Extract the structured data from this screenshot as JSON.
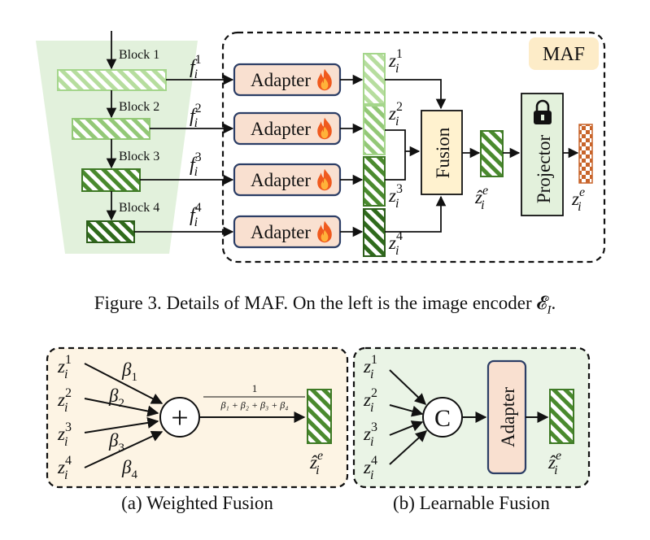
{
  "top_diagram": {
    "maf_label": "MAF",
    "blocks": [
      {
        "label": "Block 1",
        "feature": "f",
        "feature_sup": "1",
        "feature_sub": "i"
      },
      {
        "label": "Block 2",
        "feature": "f",
        "feature_sup": "2",
        "feature_sub": "i"
      },
      {
        "label": "Block 3",
        "feature": "f",
        "feature_sup": "3",
        "feature_sub": "i"
      },
      {
        "label": "Block 4",
        "feature": "f",
        "feature_sup": "4",
        "feature_sub": "i"
      }
    ],
    "adapter_label": "Adapter",
    "z_outputs": [
      {
        "base": "z",
        "sup": "1",
        "sub": "i"
      },
      {
        "base": "z",
        "sup": "2",
        "sub": "i"
      },
      {
        "base": "z",
        "sup": "3",
        "sub": "i"
      },
      {
        "base": "z",
        "sup": "4",
        "sub": "i"
      }
    ],
    "fusion_label": "Fusion",
    "fused": {
      "base": "ẑ",
      "sup": "e",
      "sub": "i"
    },
    "projector_label": "Projector",
    "final": {
      "base": "z",
      "sup": "e",
      "sub": "i"
    }
  },
  "caption": "Figure 3. Details of MAF. On the left is the image encoder 𝓔",
  "caption_sub": "I",
  "caption_end": ".",
  "weighted_fusion": {
    "inputs": [
      {
        "base": "z",
        "sup": "1",
        "sub": "i"
      },
      {
        "base": "z",
        "sup": "2",
        "sub": "i"
      },
      {
        "base": "z",
        "sup": "3",
        "sub": "i"
      },
      {
        "base": "z",
        "sup": "4",
        "sub": "i"
      }
    ],
    "weights": [
      {
        "base": "β",
        "sub": "1"
      },
      {
        "base": "β",
        "sub": "2"
      },
      {
        "base": "β",
        "sub": "3"
      },
      {
        "base": "β",
        "sub": "4"
      }
    ],
    "operator": "+",
    "numerator": "1",
    "denominator": "β₁ + β₂ + β₃ + β₄",
    "output": {
      "base": "ẑ",
      "sup": "e",
      "sub": "i"
    },
    "title": "(a) Weighted Fusion"
  },
  "learnable_fusion": {
    "inputs": [
      {
        "base": "z",
        "sup": "1",
        "sub": "i"
      },
      {
        "base": "z",
        "sup": "2",
        "sub": "i"
      },
      {
        "base": "z",
        "sup": "3",
        "sub": "i"
      },
      {
        "base": "z",
        "sup": "4",
        "sub": "i"
      }
    ],
    "operator": "C",
    "adapter_label": "Adapter",
    "output": {
      "base": "ẑ",
      "sup": "e",
      "sub": "i"
    },
    "title": "(b) Learnable Fusion"
  },
  "colors": {
    "encoder_bg": "#e2f1dc",
    "adapter_fill": "#f9e0d0",
    "adapter_stroke": "#2c3e66",
    "fusion_fill": "#fff2cf",
    "projector_fill": "#e3f1dc",
    "maf_tag": "#fdecc8",
    "weighted_bg": "#fdf4e4",
    "learnable_bg": "#eaf4e6",
    "light_green": "#a5d68c",
    "mid_green": "#6faa4d",
    "dark_green": "#3f7a26",
    "darker_green": "#2c5e1a",
    "orange": "#c8642a",
    "flame": "#f05a1e"
  }
}
